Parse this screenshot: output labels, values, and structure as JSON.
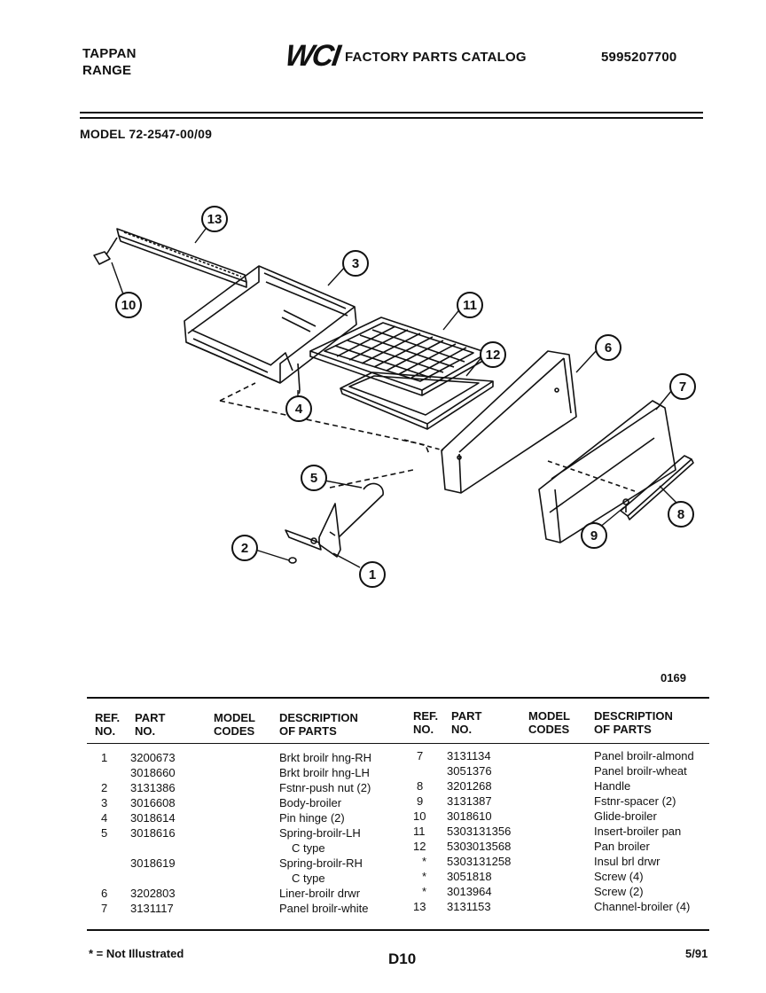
{
  "header": {
    "brand": "TAPPAN",
    "product": "RANGE",
    "logo": "WCI",
    "catalog_title": "FACTORY PARTS CATALOG",
    "catalog_number": "5995207700",
    "model": "MODEL 72-2547-00/09"
  },
  "diagram": {
    "callouts": [
      "1",
      "2",
      "3",
      "4",
      "5",
      "6",
      "7",
      "8",
      "9",
      "10",
      "11",
      "12",
      "13"
    ],
    "figure_code": "0169"
  },
  "table": {
    "headers": {
      "ref": [
        "REF.",
        "NO."
      ],
      "part": [
        "PART",
        "NO."
      ],
      "model": [
        "MODEL",
        "CODES"
      ],
      "desc": [
        "DESCRIPTION",
        "OF PARTS"
      ]
    },
    "left": [
      {
        "ref": "1",
        "part": "3200673",
        "model": "",
        "desc": "Brkt broilr hng-RH"
      },
      {
        "ref": "",
        "part": "3018660",
        "model": "",
        "desc": "Brkt broilr hng-LH"
      },
      {
        "ref": "2",
        "part": "3131386",
        "model": "",
        "desc": "Fstnr-push nut (2)"
      },
      {
        "ref": "3",
        "part": "3016608",
        "model": "",
        "desc": "Body-broiler"
      },
      {
        "ref": "4",
        "part": "3018614",
        "model": "",
        "desc": "Pin hinge (2)"
      },
      {
        "ref": "5",
        "part": "3018616",
        "model": "",
        "desc": "Spring-broilr-LH"
      },
      {
        "ref": "",
        "part": "",
        "model": "",
        "desc": "C type"
      },
      {
        "ref": "",
        "part": "3018619",
        "model": "",
        "desc": "Spring-broilr-RH"
      },
      {
        "ref": "",
        "part": "",
        "model": "",
        "desc": "C type"
      },
      {
        "ref": "6",
        "part": "3202803",
        "model": "",
        "desc": "Liner-broilr drwr"
      },
      {
        "ref": "7",
        "part": "3131117",
        "model": "",
        "desc": "Panel broilr-white"
      }
    ],
    "right": [
      {
        "ref": "7",
        "part": "3131134",
        "model": "",
        "desc": "Panel broilr-almond"
      },
      {
        "ref": "",
        "part": "3051376",
        "model": "",
        "desc": "Panel broilr-wheat"
      },
      {
        "ref": "8",
        "part": "3201268",
        "model": "",
        "desc": "Handle"
      },
      {
        "ref": "9",
        "part": "3131387",
        "model": "",
        "desc": "Fstnr-spacer (2)"
      },
      {
        "ref": "10",
        "part": "3018610",
        "model": "",
        "desc": "Glide-broiler"
      },
      {
        "ref": "11",
        "part": "5303131356",
        "model": "",
        "desc": "Insert-broiler pan"
      },
      {
        "ref": "12",
        "part": "5303013568",
        "model": "",
        "desc": "Pan broiler"
      },
      {
        "ref": "*",
        "part": "5303131258",
        "model": "",
        "desc": "Insul brl drwr"
      },
      {
        "ref": "*",
        "part": "3051818",
        "model": "",
        "desc": "Screw (4)"
      },
      {
        "ref": "*",
        "part": "3013964",
        "model": "",
        "desc": "Screw (2)"
      },
      {
        "ref": "13",
        "part": "3131153",
        "model": "",
        "desc": "Channel-broiler (4)"
      }
    ]
  },
  "footer": {
    "note": "* = Not Illustrated",
    "page": "D10",
    "date": "5/91"
  }
}
